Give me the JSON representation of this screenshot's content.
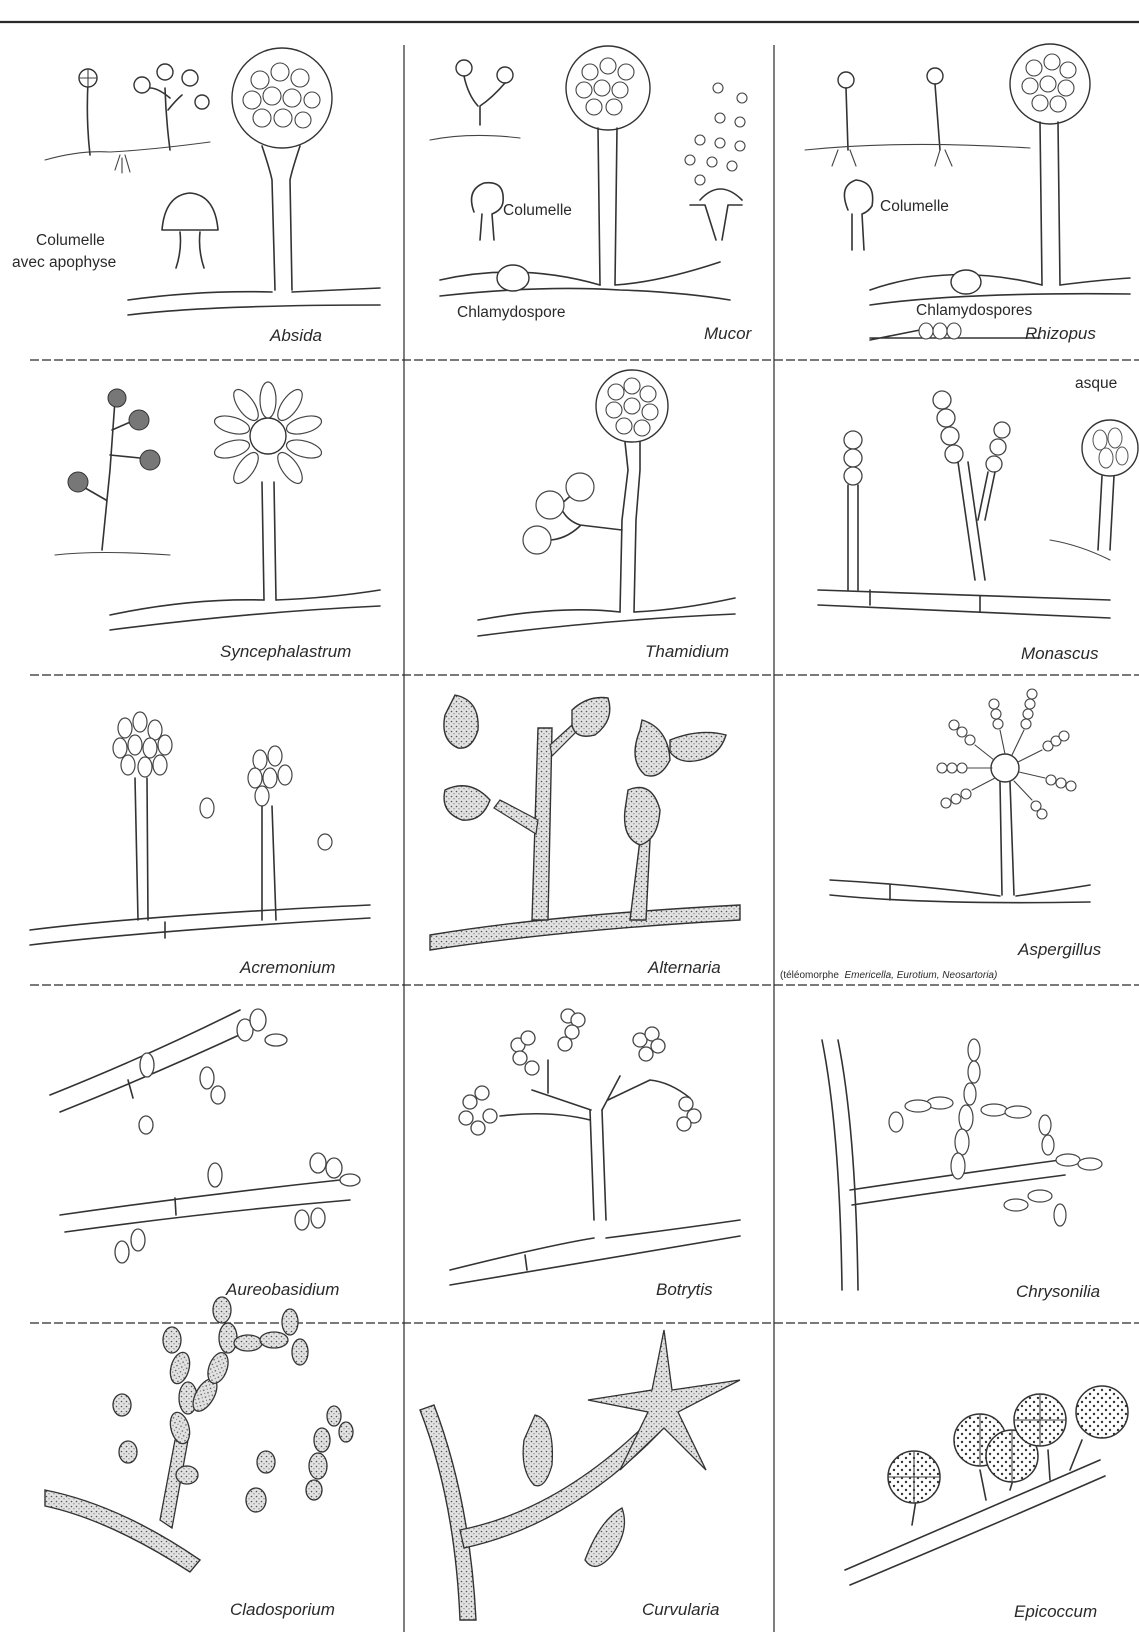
{
  "plate": {
    "cells": [
      {
        "genus": "Absida",
        "notes": [
          "Columelle",
          "avec apophyse"
        ]
      },
      {
        "genus": "Mucor",
        "notes": [
          "Columelle",
          "Chlamydospore"
        ]
      },
      {
        "genus": "Rhizopus",
        "notes": [
          "Columelle",
          "Chlamydospores"
        ]
      },
      {
        "genus": "Syncephalastrum",
        "notes": []
      },
      {
        "genus": "Thamidium",
        "notes": []
      },
      {
        "genus": "Monascus",
        "notes": [
          "asque"
        ]
      },
      {
        "genus": "Acremonium",
        "notes": []
      },
      {
        "genus": "Alternaria",
        "notes": []
      },
      {
        "genus": "Aspergillus",
        "notes": []
      },
      {
        "genus": "Aureobasidium",
        "notes": []
      },
      {
        "genus": "Botrytis",
        "notes": []
      },
      {
        "genus": "Chrysonilia",
        "notes": []
      },
      {
        "genus": "Cladosporium",
        "notes": []
      },
      {
        "genus": "Curvularia",
        "notes": []
      },
      {
        "genus": "Epicoccum",
        "notes": []
      }
    ],
    "teleomorph_note": {
      "prefix": "(téléomorphe",
      "genera": "Emericella, Eurotium, Neosartoria)"
    }
  }
}
